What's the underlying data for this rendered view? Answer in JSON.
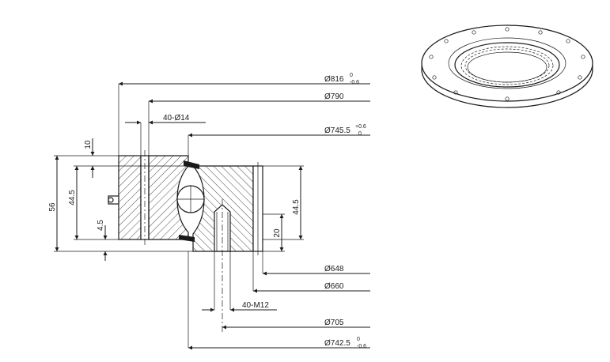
{
  "colors": {
    "line": "#1a1a1a",
    "seal": "#1a1a1a",
    "paper": "#ffffff"
  },
  "dimensions": {
    "d816": {
      "main": "Ø816",
      "upper": "0",
      "lower": "-0.6"
    },
    "d790": "Ø790",
    "holes": "40-Ø14",
    "d745": {
      "main": "Ø745.5",
      "upper": "+0.6",
      "lower": "0"
    },
    "d648": "Ø648",
    "d660": "Ø660",
    "threads": "40-M12",
    "d705": "Ø705",
    "d742": {
      "main": "Ø742.5",
      "upper": "0",
      "lower": "-0.6"
    },
    "h10": "10",
    "h56": "56",
    "h44_left": "44.5",
    "h4_5": "4.5",
    "h44_right": "44.5",
    "h20": "20"
  },
  "icons": {
    "iso": "slewing-ring-isometric-icon"
  }
}
